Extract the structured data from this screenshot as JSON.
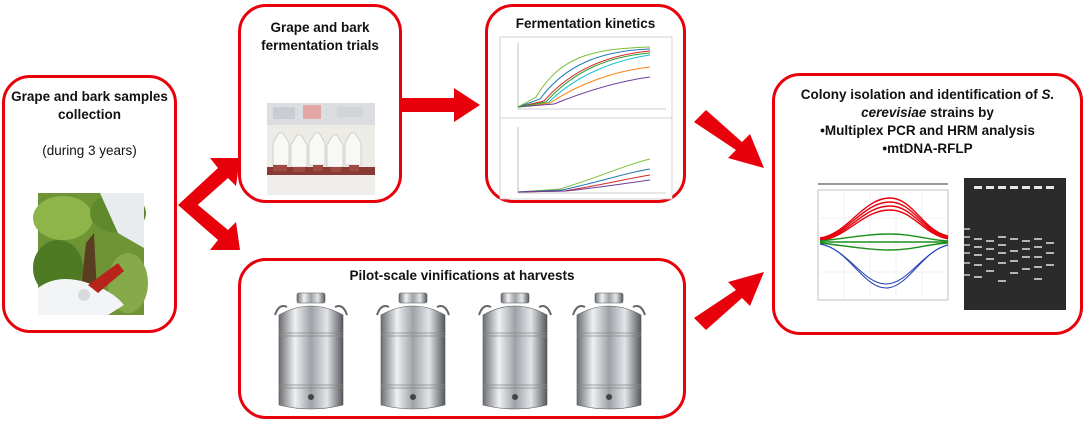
{
  "boxes": {
    "collection": {
      "title_line1": "Grape and bark samples",
      "title_line2": "collection",
      "note": "(during 3 years)"
    },
    "trials": {
      "title_line1": "Grape and bark",
      "title_line2": "fermentation trials"
    },
    "kinetics": {
      "title": "Fermentation kinetics"
    },
    "pilot": {
      "title": "Pilot-scale vinifications at harvests"
    },
    "identification": {
      "title_line1": "Colony isolation and  identification of ",
      "title_line1_italic": "S.",
      "title_line2_italic": "cerevisiae",
      "title_line2": " strains by",
      "bullet1": "•Multiplex PCR and HRM analysis",
      "bullet2": "•mtDNA-RFLP"
    }
  },
  "colors": {
    "accent": "#e8000b"
  },
  "icons": [
    "photo-grapevine-sampling",
    "photo-fermentation-flasks",
    "chart-fermentation-kinetics",
    "stainless-milk-can",
    "chart-hrm-curves",
    "gel-electrophoresis"
  ]
}
